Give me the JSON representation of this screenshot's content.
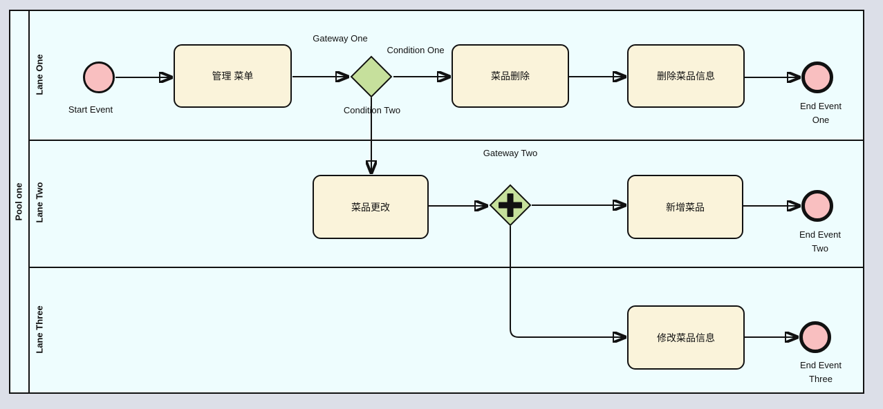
{
  "diagram": {
    "type": "bpmn-process",
    "pool": {
      "label": "Pool one"
    },
    "lanes": [
      {
        "label": "Lane One"
      },
      {
        "label": "Lane Two"
      },
      {
        "label": "Lane Three"
      }
    ],
    "nodes": {
      "start_event": {
        "type": "start-event",
        "label": "Start Event"
      },
      "task_manage_menu": {
        "type": "task",
        "label": "管理 菜单"
      },
      "gateway_one": {
        "type": "exclusive-gateway",
        "label": "Gateway One"
      },
      "task_dish_delete": {
        "type": "task",
        "label": "菜品删除"
      },
      "task_delete_dish_info": {
        "type": "task",
        "label": "删除菜品信息"
      },
      "end_event_one": {
        "type": "end-event",
        "label": "End Event One"
      },
      "task_dish_change": {
        "type": "task",
        "label": "菜品更改"
      },
      "gateway_two": {
        "type": "parallel-gateway",
        "label": "Gateway Two"
      },
      "task_add_dish": {
        "type": "task",
        "label": "新增菜品"
      },
      "end_event_two": {
        "type": "end-event",
        "label": "End Event Two"
      },
      "task_modify_dish_info": {
        "type": "task",
        "label": "修改菜品信息"
      },
      "end_event_three": {
        "type": "end-event",
        "label": "End Event Three"
      }
    },
    "flow_labels": {
      "condition_one": "Condition One",
      "condition_two": "Condition Two"
    },
    "colors": {
      "canvas_bg": "#dcdfe8",
      "lane_fill": "#eefdfe",
      "task_fill": "#faf3da",
      "gateway_fill": "#c6e09c",
      "event_fill": "#f9bfc0",
      "stroke": "#111111"
    }
  }
}
